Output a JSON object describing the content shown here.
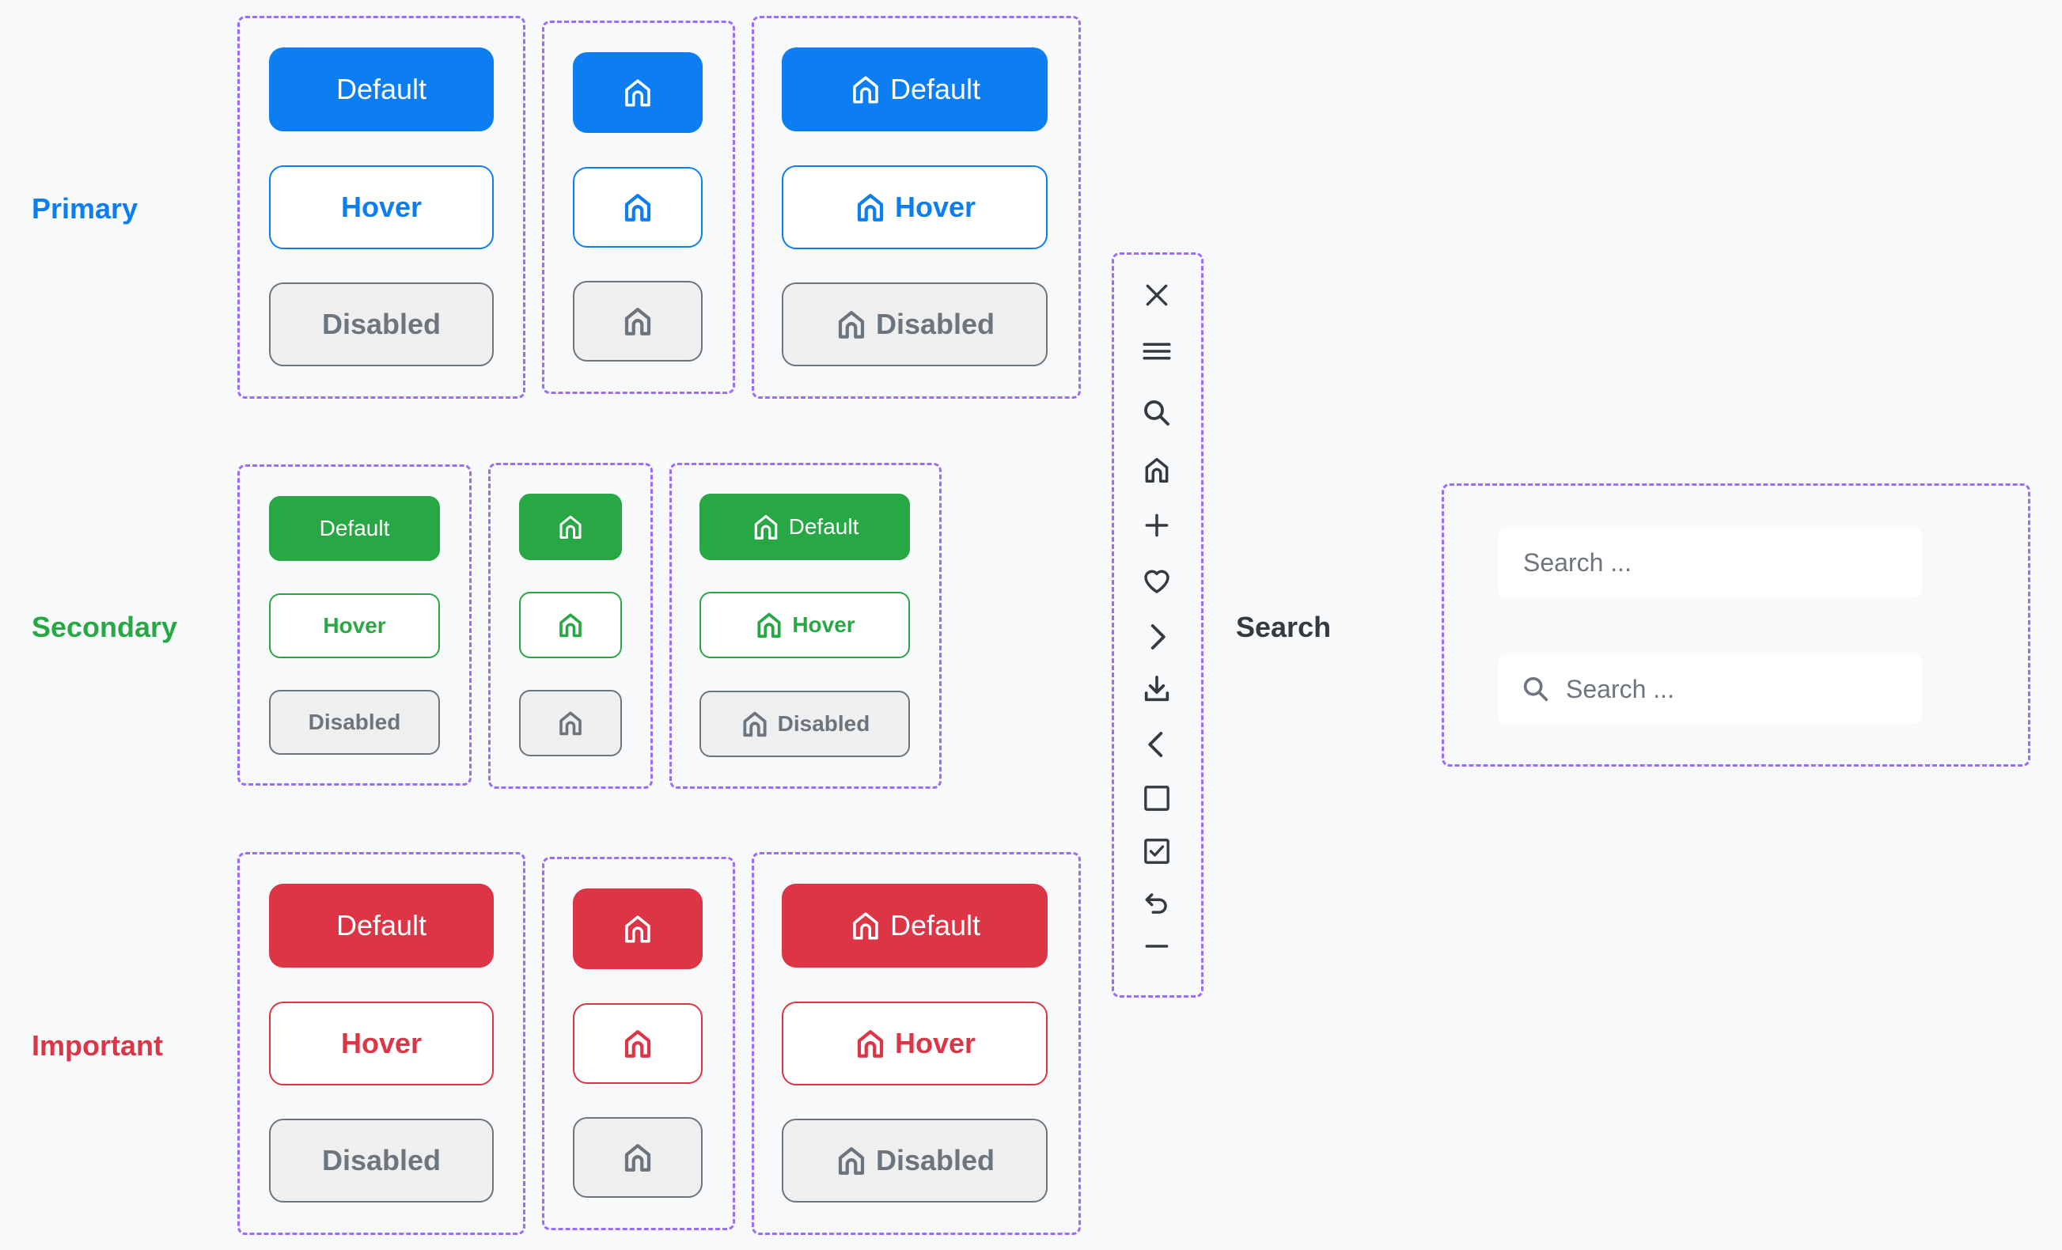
{
  "rows": {
    "primary": {
      "label": "Primary",
      "default": "Default",
      "hover": "Hover",
      "disabled": "Disabled"
    },
    "secondary": {
      "label": "Secondary",
      "default": "Default",
      "hover": "Hover",
      "disabled": "Disabled"
    },
    "important": {
      "label": "Important",
      "default": "Default",
      "hover": "Hover",
      "disabled": "Disabled"
    }
  },
  "icon_column": {
    "icons": [
      "close-icon",
      "menu-icon",
      "search-icon",
      "home-icon",
      "plus-icon",
      "heart-icon",
      "chevron-right-icon",
      "download-icon",
      "chevron-left-icon",
      "checkbox-empty-icon",
      "checkbox-checked-icon",
      "undo-icon",
      "minus-icon"
    ]
  },
  "search": {
    "label": "Search",
    "field_plain_placeholder": "Search ...",
    "field_icon_placeholder": "Search ..."
  },
  "colors": {
    "primary": "#0d7ef2",
    "secondary": "#28a745",
    "important": "#dc3545",
    "disabled_bg": "#efefef",
    "disabled_border": "#6c757d",
    "disabled_text": "#6c757d",
    "frame": "#9b6cf5",
    "background": "#f8f9fa",
    "dark_text": "#343a40"
  }
}
